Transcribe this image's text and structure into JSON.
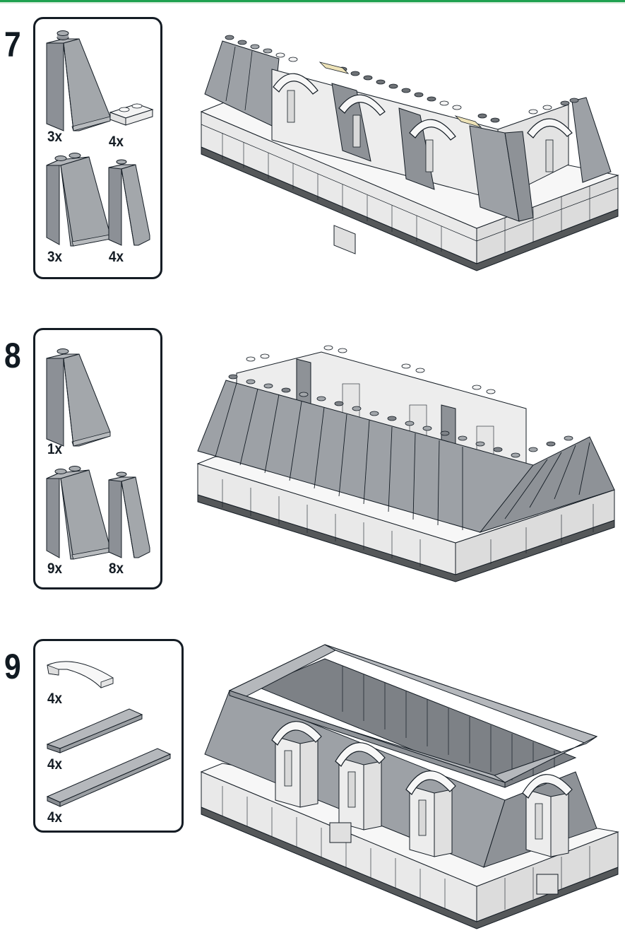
{
  "document": {
    "type": "building-instructions",
    "accent_color": "#1fa150"
  },
  "steps": [
    {
      "number": "7",
      "parts": [
        {
          "name": "slope-brick-2x1x3-light-grey",
          "qty": "3x"
        },
        {
          "name": "plate-1x2-white",
          "qty": "4x"
        },
        {
          "name": "slope-brick-2x2x3-light-grey",
          "qty": "3x"
        },
        {
          "name": "slope-brick-1x1x3-light-grey",
          "qty": "4x"
        }
      ]
    },
    {
      "number": "8",
      "parts": [
        {
          "name": "slope-brick-2x1x3-light-grey",
          "qty": "1x"
        },
        {
          "name": "slope-brick-2x2x3-light-grey",
          "qty": "9x"
        },
        {
          "name": "slope-brick-1x1x3-light-grey",
          "qty": "8x"
        }
      ]
    },
    {
      "number": "9",
      "parts": [
        {
          "name": "curved-arch-slope-white",
          "qty": "4x"
        },
        {
          "name": "tile-1x6-light-grey",
          "qty": "4x"
        },
        {
          "name": "tile-1x8-light-grey",
          "qty": "4x"
        }
      ]
    }
  ],
  "colors": {
    "slope_grey": "#9da1a6",
    "slope_grey_dark": "#868b91",
    "white_brick": "#f2f2f2",
    "dark_base": "#55585a",
    "tan_tile": "#eee3b8",
    "outline": "#141c24"
  }
}
